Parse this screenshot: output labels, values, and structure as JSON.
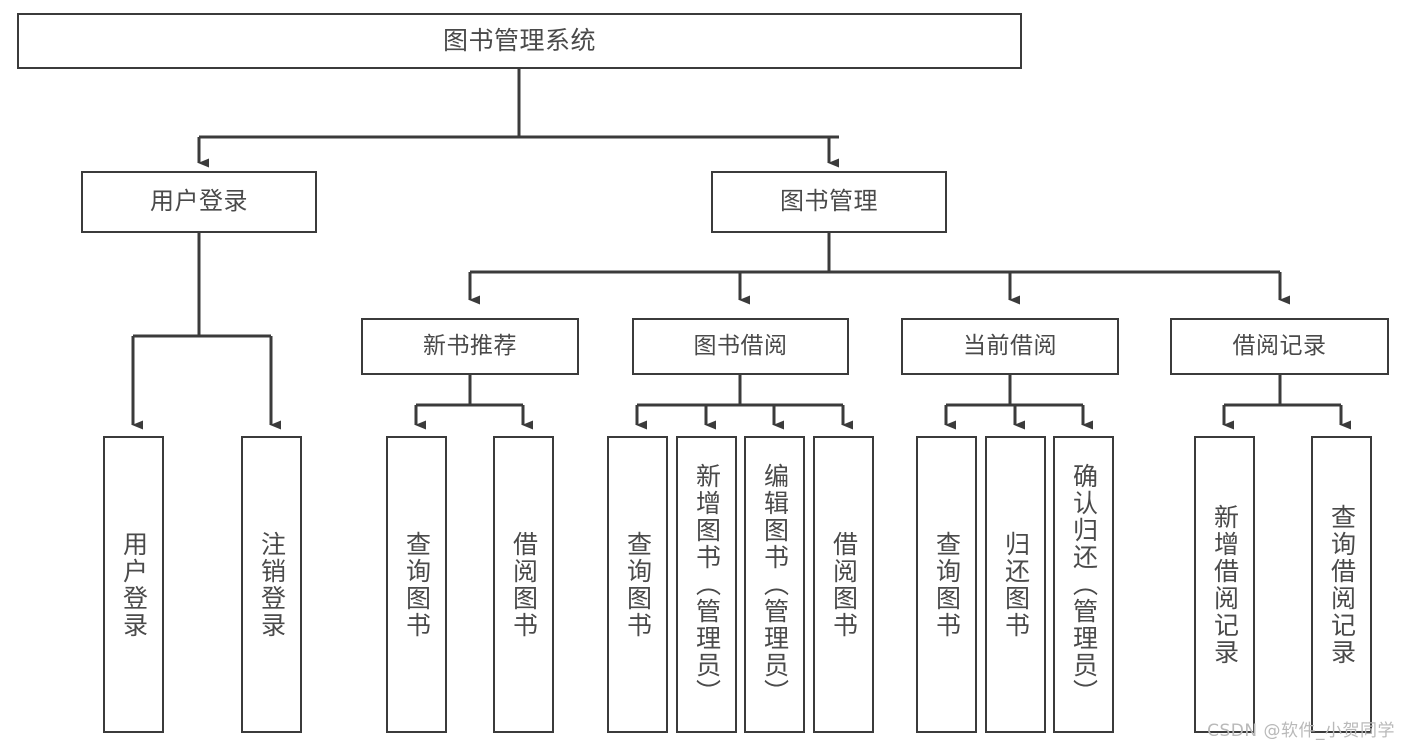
{
  "diagram": {
    "type": "tree-hierarchy",
    "title": "图书管理系统",
    "watermark": "CSDN @软件_小贺同学",
    "colors": {
      "background": "#ffffff",
      "border": "#3b3b3b",
      "text": "#4a4a4a",
      "connector": "#3b3b3b",
      "watermark": "#b9b9b9"
    },
    "root": {
      "label": "图书管理系统"
    },
    "level1": [
      {
        "label": "用户登录"
      },
      {
        "label": "图书管理"
      }
    ],
    "level2": [
      {
        "label": "新书推荐"
      },
      {
        "label": "图书借阅"
      },
      {
        "label": "当前借阅"
      },
      {
        "label": "借阅记录"
      }
    ],
    "leaves": {
      "user_login": [
        {
          "label": "用户登录"
        },
        {
          "label": "注销登录"
        }
      ],
      "new_book_recommend": [
        {
          "label": "查询图书"
        },
        {
          "label": "借阅图书"
        }
      ],
      "book_borrow": [
        {
          "label": "查询图书"
        },
        {
          "label": "新增图书（管理员）"
        },
        {
          "label": "编辑图书（管理员）"
        },
        {
          "label": "借阅图书"
        }
      ],
      "current_borrow": [
        {
          "label": "查询图书"
        },
        {
          "label": "归还图书"
        },
        {
          "label": "确认归还（管理员）"
        }
      ],
      "borrow_record": [
        {
          "label": "新增借阅记录"
        },
        {
          "label": "查询借阅记录"
        }
      ]
    }
  }
}
